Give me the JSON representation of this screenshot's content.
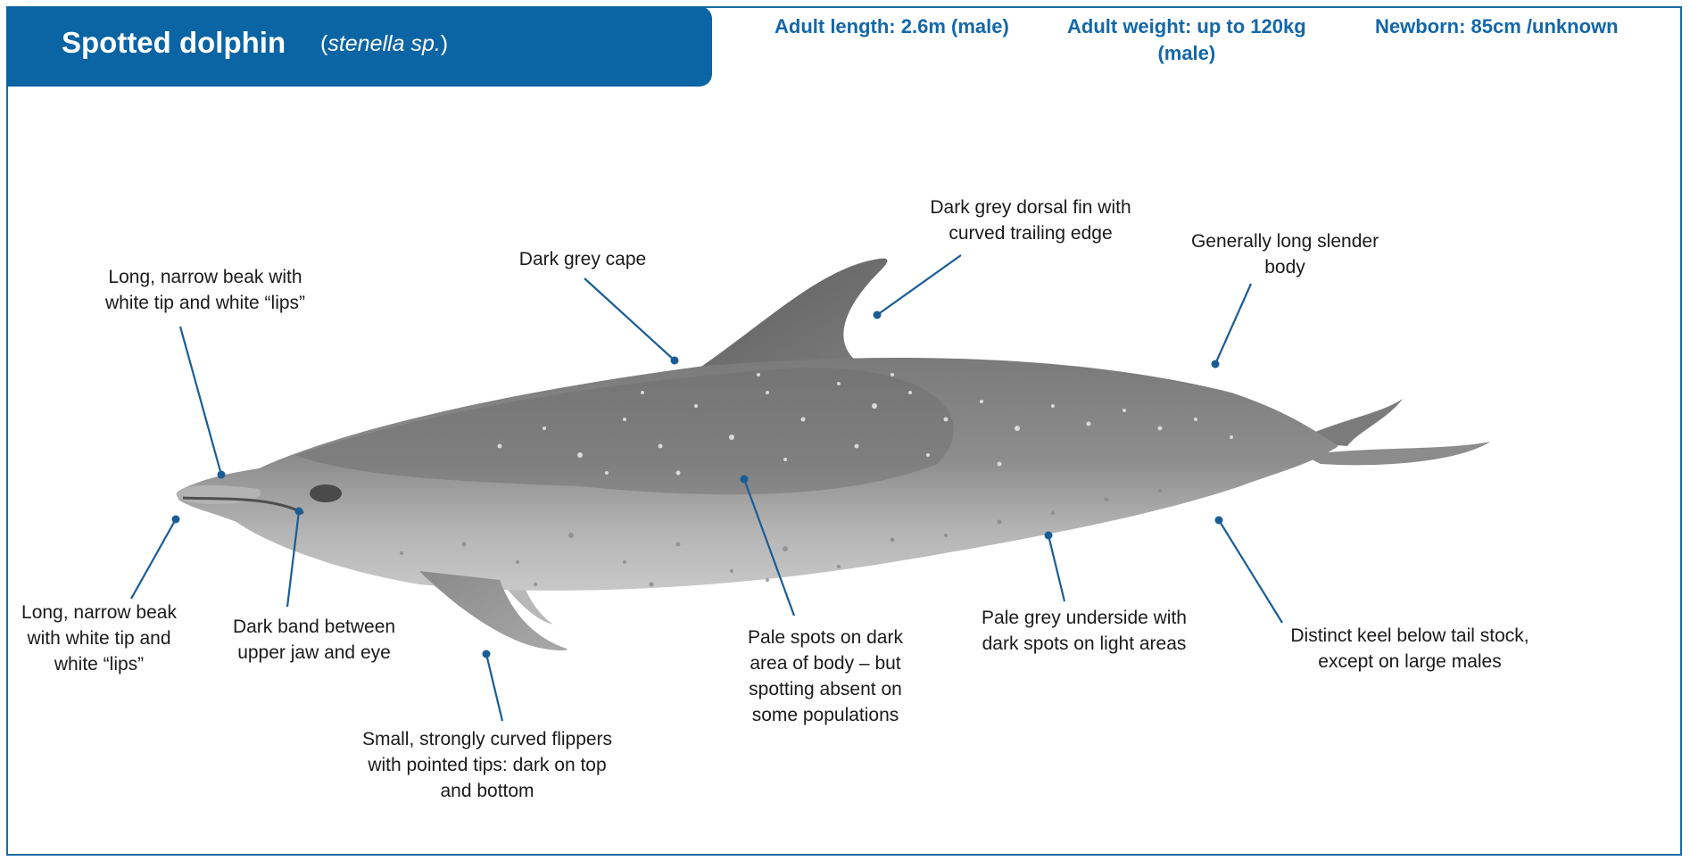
{
  "header": {
    "title": "Spotted dolphin",
    "species_open": "(",
    "species_name": "stenella sp.",
    "species_close": ")"
  },
  "stats": {
    "length": "Adult length: 2.6m (male)",
    "weight_line1": "Adult weight: up to 120kg",
    "weight_line2": "(male)",
    "newborn": "Newborn: 85cm /unknown"
  },
  "labels": {
    "beak_top": [
      "Long, narrow beak with",
      "white tip and white “lips”"
    ],
    "cape": [
      "Dark grey cape"
    ],
    "dorsal_fin": [
      "Dark grey dorsal fin with",
      "curved trailing edge"
    ],
    "body": [
      "Generally long slender",
      "body"
    ],
    "beak_bottom": [
      "Long, narrow beak",
      "with white tip and",
      "white “lips”"
    ],
    "band": [
      "Dark band between",
      "upper jaw and eye"
    ],
    "flippers": [
      "Small, strongly  curved flippers",
      "with pointed tips: dark on top",
      "and bottom"
    ],
    "spots": [
      "Pale spots on dark",
      "area of body – but",
      "spotting absent on",
      "some populations"
    ],
    "underside": [
      "Pale grey underside with",
      "dark spots on light areas"
    ],
    "keel": [
      "Distinct keel below tail stock,",
      "except on large males"
    ]
  },
  "colors": {
    "brand_blue": "#0b64a3",
    "leader_line": "#1a5d96",
    "dolphin_dark": "#6e6e6e",
    "dolphin_light": "#c9c9c9"
  }
}
